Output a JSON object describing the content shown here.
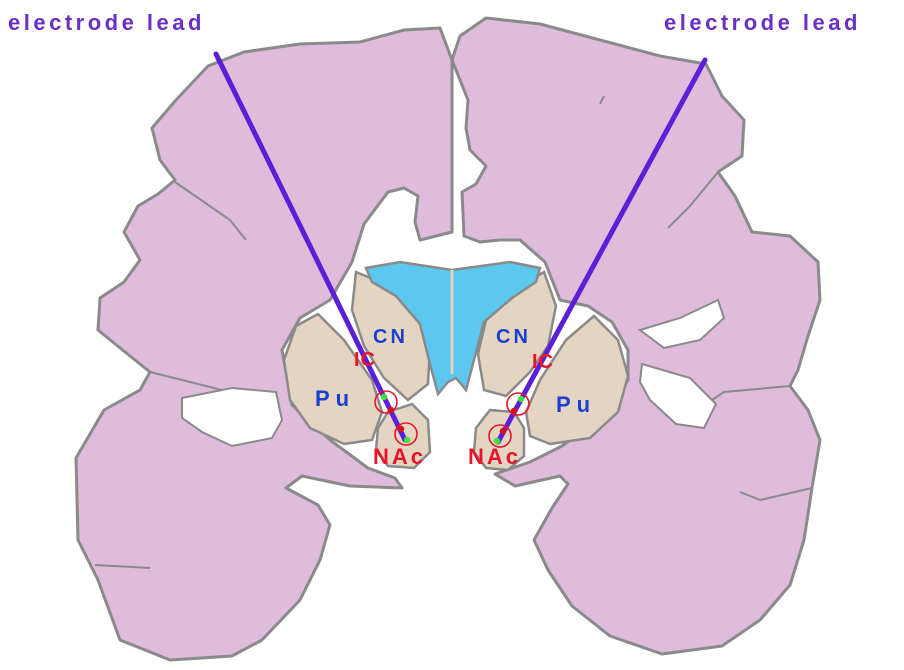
{
  "labels": {
    "lead_left": "electrode lead",
    "lead_right": "electrode lead",
    "cn_left": "CN",
    "cn_right": "CN",
    "ic_left": "IC",
    "ic_right": "IC",
    "pu_left": "Pu",
    "pu_right": "Pu",
    "nac_left": "NAc",
    "nac_right": "NAc"
  },
  "colors": {
    "cortex": "#dfbcdc",
    "outline": "#8a8a8a",
    "ventricle": "#5cc8ef",
    "nuclei": "#e4d5c2",
    "electrode": "#5a1fd6",
    "title": "#6a2ec9",
    "label_blue": "#1a3fd0",
    "label_red": "#e8142a",
    "contact_green": "#3ee23a",
    "contact_red": "#d8101e"
  }
}
